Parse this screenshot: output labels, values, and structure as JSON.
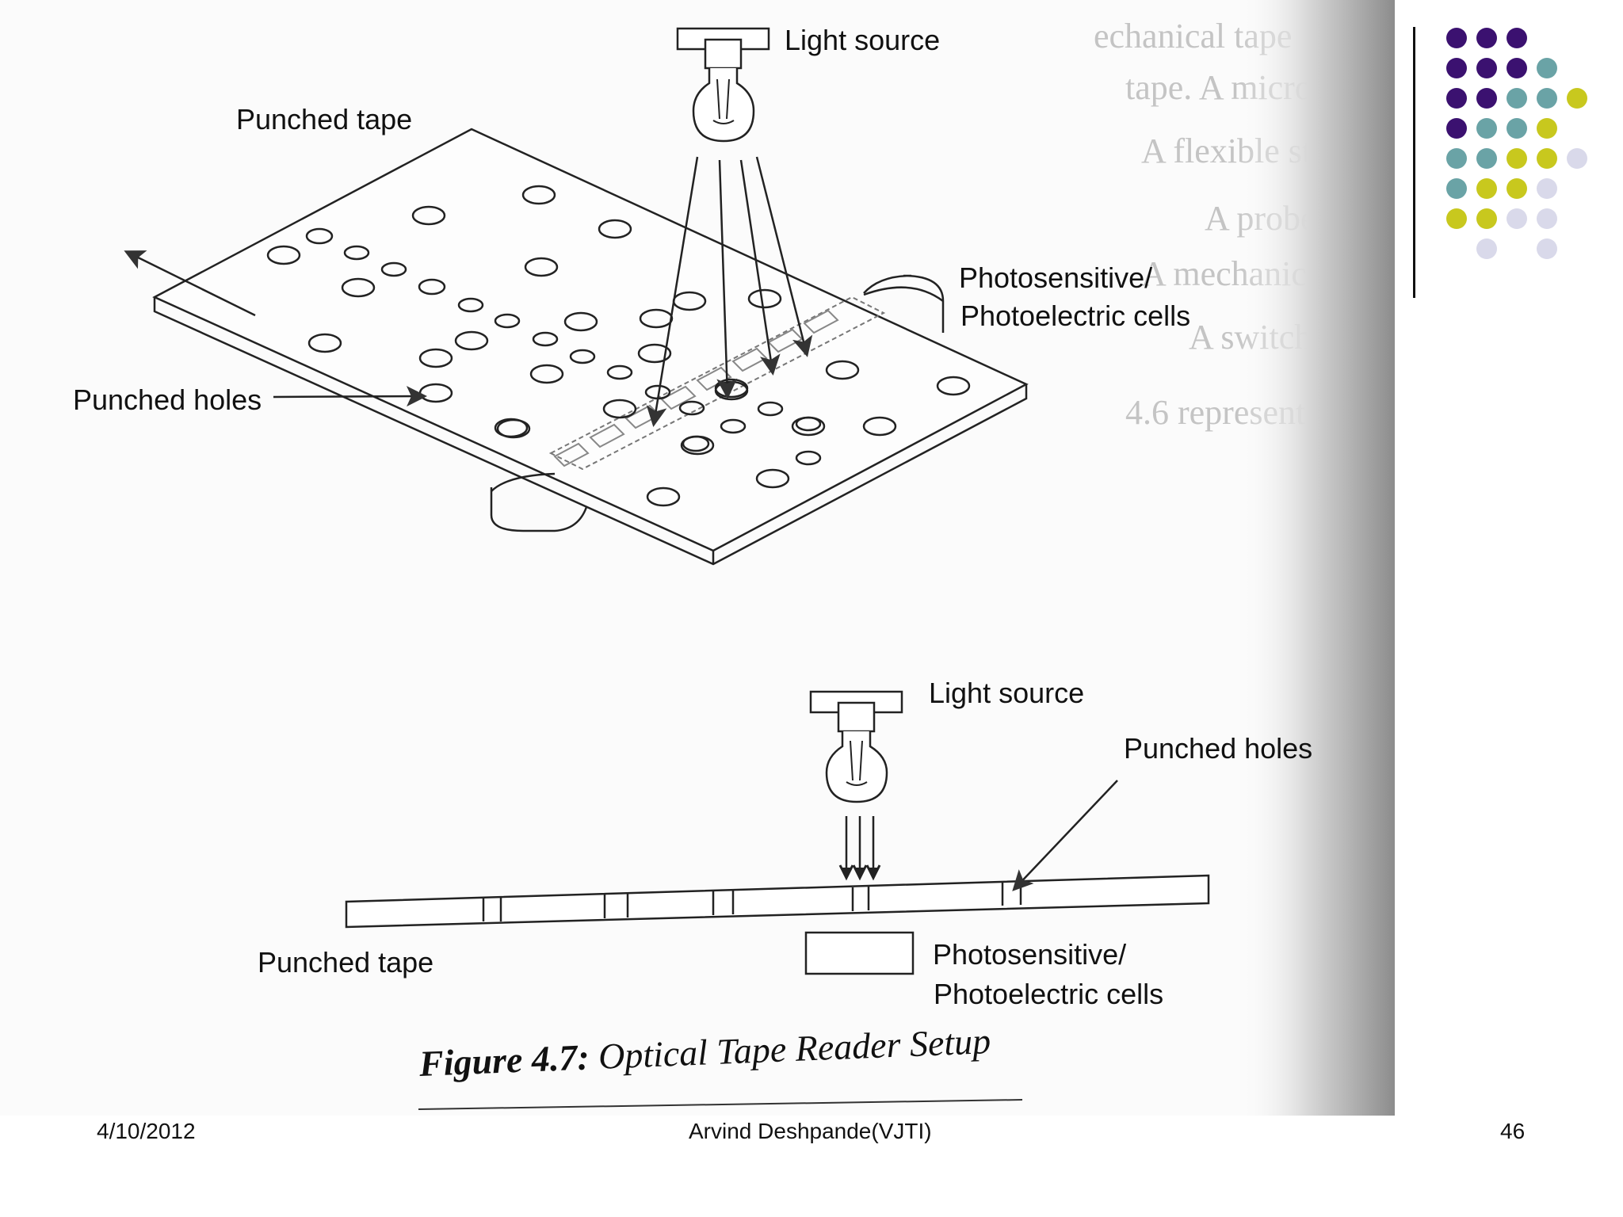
{
  "diagram_top": {
    "light_source_label": "Light source",
    "punched_tape_label": "Punched tape",
    "cells_label_line1": "Photosensitive/",
    "cells_label_line2": "Photoelectric cells",
    "punched_holes_label": "Punched holes"
  },
  "diagram_bottom": {
    "light_source_label": "Light source",
    "punched_holes_label": "Punched holes",
    "punched_tape_label": "Punched tape",
    "cells_label_line1": "Photosensitive/",
    "cells_label_line2": "Photoelectric cells"
  },
  "caption": {
    "figure_number": "Figure 4.7:",
    "title": "Optical Tape Reader Setup"
  },
  "footer": {
    "date": "4/10/2012",
    "author": "Arvind Deshpande(VJTI)",
    "page_number": "46"
  },
  "colors": {
    "purple": "#3b1170",
    "teal": "#6aa3a6",
    "olive": "#c8c81e",
    "lavender": "#d9d9ea",
    "spine_shadow": "#9a9a9a"
  }
}
